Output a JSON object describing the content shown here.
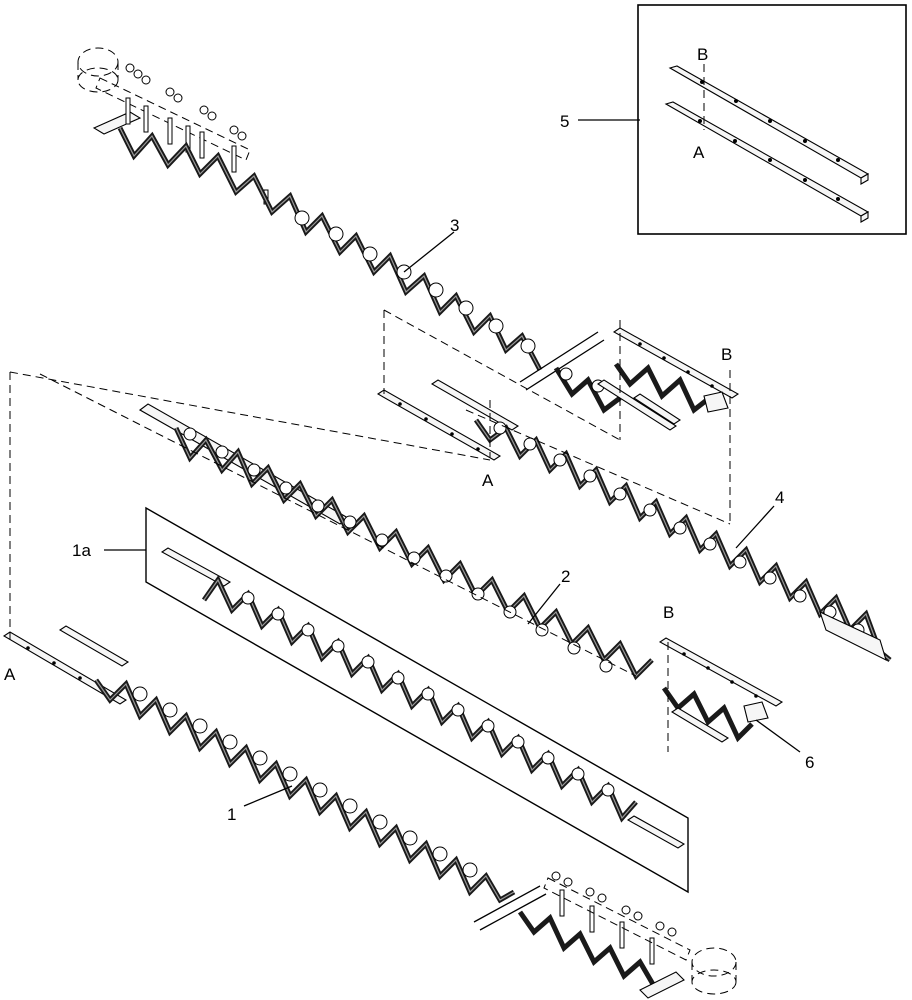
{
  "labels": {
    "part_1": "1",
    "part_1a": "1a",
    "part_2": "2",
    "part_3": "3",
    "part_4": "4",
    "part_5": "5",
    "part_6": "6",
    "ref_a": "A",
    "ref_b": "B"
  },
  "colors": {
    "line": "#000000",
    "background": "#ffffff",
    "part_fill": "#f6f6f6"
  }
}
